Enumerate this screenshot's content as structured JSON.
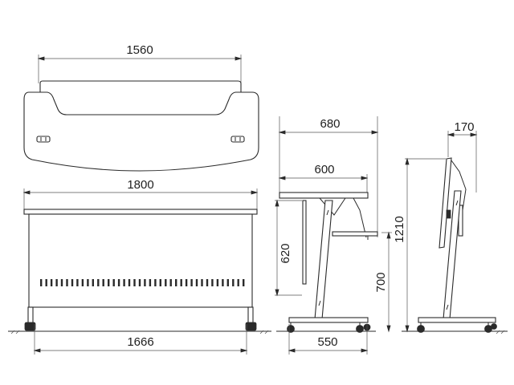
{
  "dimensions": {
    "top_width": "1560",
    "front_width": "1800",
    "front_base": "1666",
    "side_top_depth": "680",
    "side_table_depth": "600",
    "side_leg_height": "620",
    "side_height": "700",
    "side_base_depth": "550",
    "folded_depth": "170",
    "folded_height": "1210"
  },
  "colors": {
    "line": "#2a2a2a",
    "background": "#ffffff"
  }
}
